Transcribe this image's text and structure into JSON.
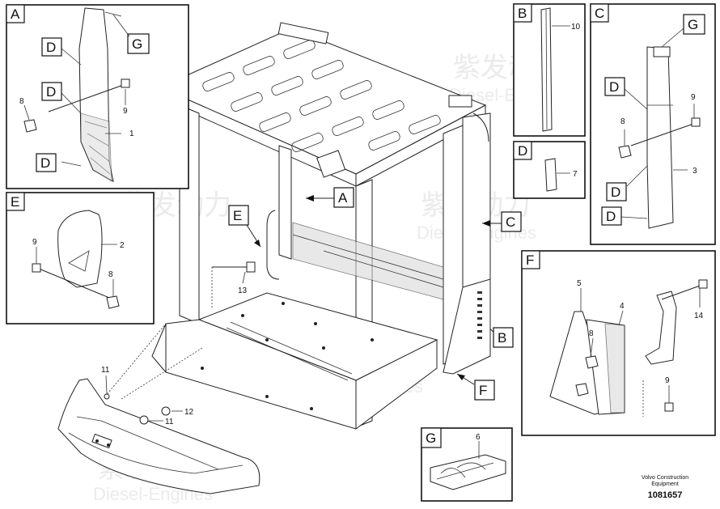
{
  "diagram": {
    "brand_lines": [
      "Volvo Construction",
      "Equipment"
    ],
    "drawing_number": "1081657",
    "watermark": {
      "cn": "紫发动力",
      "en": "Diesel-Engines"
    },
    "panel_labels": {
      "A": "A",
      "B": "B",
      "C": "C",
      "D": "D",
      "E": "E",
      "F": "F",
      "G": "G"
    },
    "callouts": {
      "A": "A",
      "B": "B",
      "C": "C",
      "D": "D",
      "E": "E",
      "F": "F",
      "G": "G"
    },
    "part_numbers": {
      "n1": "1",
      "n2": "2",
      "n3": "3",
      "n4": "4",
      "n5": "5",
      "n6": "6",
      "n7": "7",
      "n8": "8",
      "n9": "9",
      "n10": "10",
      "n11": "11",
      "n12": "12",
      "n13": "13",
      "n14": "14"
    }
  }
}
